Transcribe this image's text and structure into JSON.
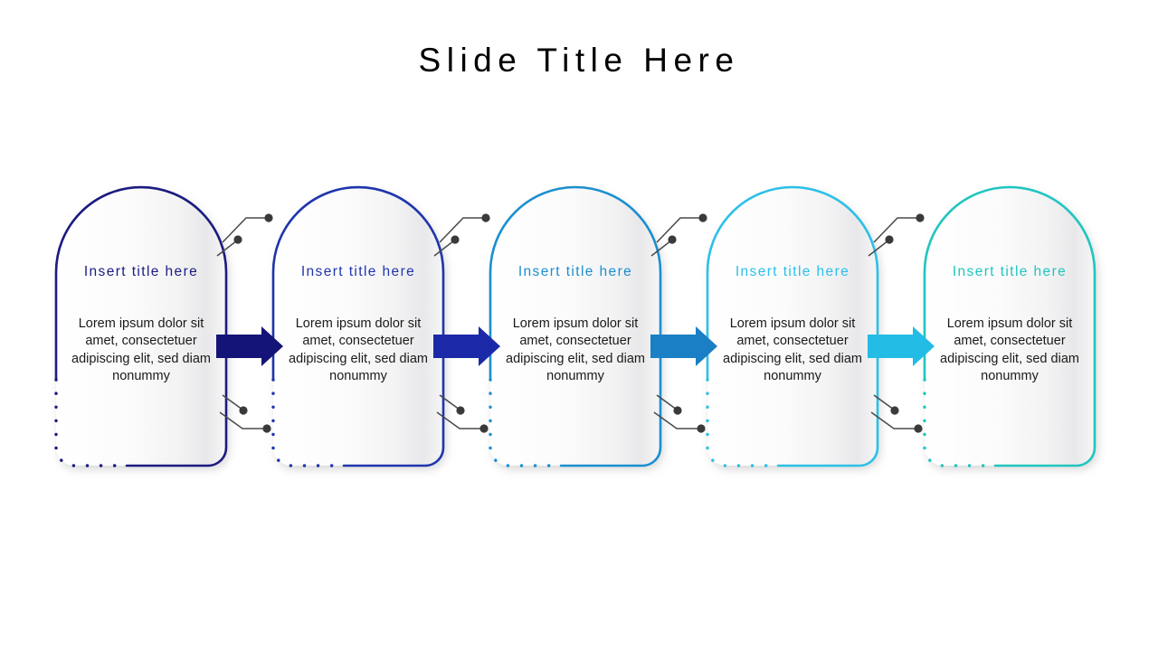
{
  "slide": {
    "title": "Slide Title Here",
    "background_color": "#ffffff"
  },
  "palette": {
    "card_fill_light": "#ffffff",
    "card_fill_shade": "#ededee",
    "body_text_color": "#1a1a1a",
    "connector_color": "#444444",
    "title_text_color": "#000000"
  },
  "cards": [
    {
      "index": 1,
      "title": "Insert title here",
      "body": "Lorem ipsum dolor sit amet, consectetuer adipiscing elit, sed diam nonummy",
      "accent_color": "#1b1b80",
      "title_color": "#1b1b80"
    },
    {
      "index": 2,
      "title": "Insert title here",
      "body": "Lorem ipsum dolor sit amet, consectetuer adipiscing elit, sed diam nonummy",
      "accent_color": "#1f35ad",
      "title_color": "#1f35ad"
    },
    {
      "index": 3,
      "title": "Insert title here",
      "body": "Lorem ipsum dolor sit amet, consectetuer adipiscing elit, sed diam nonummy",
      "accent_color": "#1a8fd0",
      "title_color": "#1a8fd0"
    },
    {
      "index": 4,
      "title": "Insert title here",
      "body": "Lorem ipsum dolor sit amet, consectetuer adipiscing elit, sed diam nonummy",
      "accent_color": "#2bc0e8",
      "title_color": "#2bc0e8"
    },
    {
      "index": 5,
      "title": "Insert title here",
      "body": "Lorem ipsum dolor sit amet, consectetuer adipiscing elit, sed diam nonummy",
      "accent_color": "#20c5c0",
      "title_color": "#20c5c0"
    }
  ],
  "arrows": [
    {
      "index": 1,
      "color": "#141478",
      "direction": "right"
    },
    {
      "index": 2,
      "color": "#1b29a8",
      "direction": "right"
    },
    {
      "index": 3,
      "color": "#1a7fc4",
      "direction": "right"
    },
    {
      "index": 4,
      "color": "#23bce4",
      "direction": "right"
    }
  ]
}
